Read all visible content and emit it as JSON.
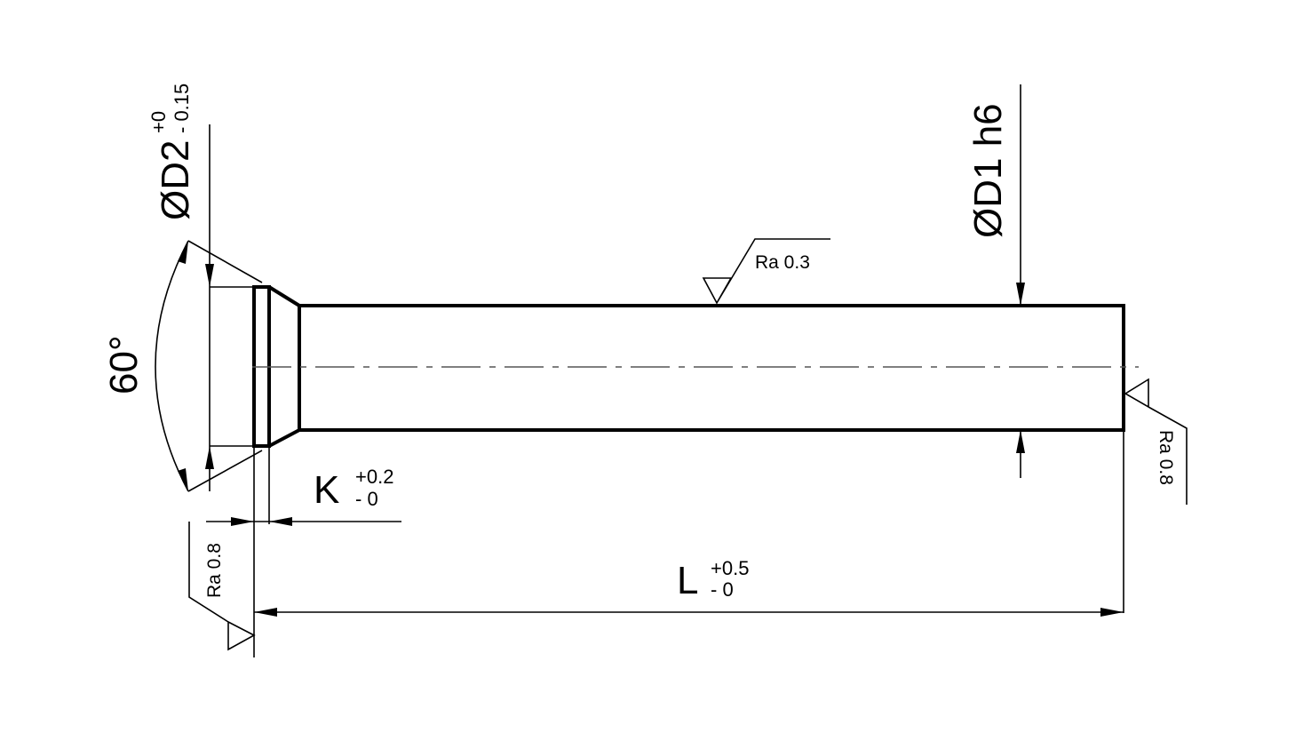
{
  "dimensions": {
    "d2": {
      "label": "ØD2",
      "tol_upper": "+0",
      "tol_lower": "- 0.15"
    },
    "d1": {
      "label": "ØD1 h6"
    },
    "angle": {
      "label": "60°"
    },
    "k": {
      "label": "K",
      "tol_upper": "+0.2",
      "tol_lower": "- 0"
    },
    "l": {
      "label": "L",
      "tol_upper": "+0.5",
      "tol_lower": "- 0"
    }
  },
  "surface_finish": {
    "top": "Ra 0.3",
    "right": "Ra 0.8",
    "left": "Ra 0.8"
  },
  "colors": {
    "line": "#000000",
    "centerline": "#555555",
    "background": "#ffffff"
  }
}
